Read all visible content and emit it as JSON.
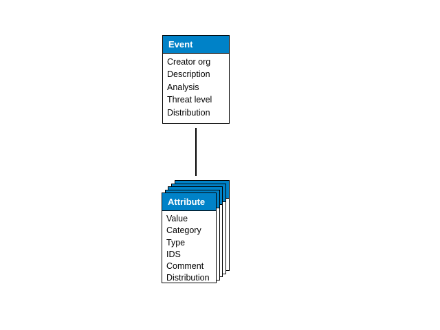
{
  "diagram": {
    "background": "#ffffff",
    "colors": {
      "header_fill": "#0082c8",
      "header_text": "#ffffff",
      "body_fill": "#ffffff",
      "border": "#000000"
    },
    "nodes": [
      {
        "id": "event",
        "title": "Event",
        "fields": [
          "Creator org",
          "Description",
          "Analysis",
          "Threat level",
          "Distribution"
        ],
        "stack_count": 1
      },
      {
        "id": "attribute",
        "title": "Attribute",
        "fields": [
          "Value",
          "Category",
          "Type",
          "IDS",
          "Comment",
          "Distribution"
        ],
        "stack_count": 5
      }
    ],
    "connector": {
      "from": "event",
      "to": "attribute",
      "style": "vertical-line"
    }
  }
}
